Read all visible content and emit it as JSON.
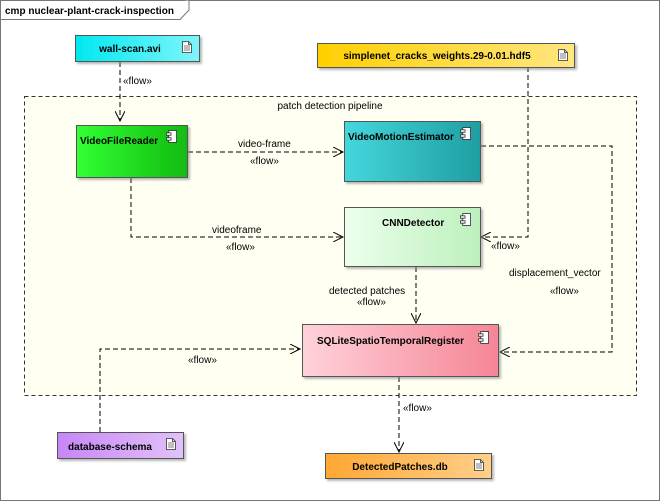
{
  "frame": {
    "title": "cmp nuclear-plant-crack-inspection"
  },
  "package": {
    "label": "patch detection pipeline"
  },
  "artifacts": {
    "wall_scan": "wall-scan.avi",
    "weights": "simplenet_cracks_weights.29-0.01.hdf5",
    "schema": "database-schema",
    "db": "DetectedPatches.db"
  },
  "components": {
    "reader": "VideoFileReader",
    "motion": "VideoMotionEstimator",
    "cnn": "CNNDetector",
    "register": "SQLiteSpatioTemporalRegister"
  },
  "flows": {
    "scan_to_reader": "«flow»",
    "reader_to_motion_label": "video-frame",
    "reader_to_motion": "«flow»",
    "reader_to_cnn_label": "videoframe",
    "reader_to_cnn": "«flow»",
    "weights_to_cnn": "«flow»",
    "cnn_to_register_label": "detected patches",
    "cnn_to_register": "«flow»",
    "motion_to_register_label": "displacement_vector",
    "motion_to_register": "«flow»",
    "schema_to_register": "«flow»",
    "register_to_db": "«flow»"
  },
  "colors": {
    "cyan": "#00e5ee",
    "yellow": "#ffd700",
    "green": "#22dd22",
    "teal": "#2ab5b8",
    "mint": "#c8f5c8",
    "pink": "#f9a8b4",
    "purple": "#c98cf5",
    "orange": "#ffb347",
    "package": "#fffff0"
  }
}
